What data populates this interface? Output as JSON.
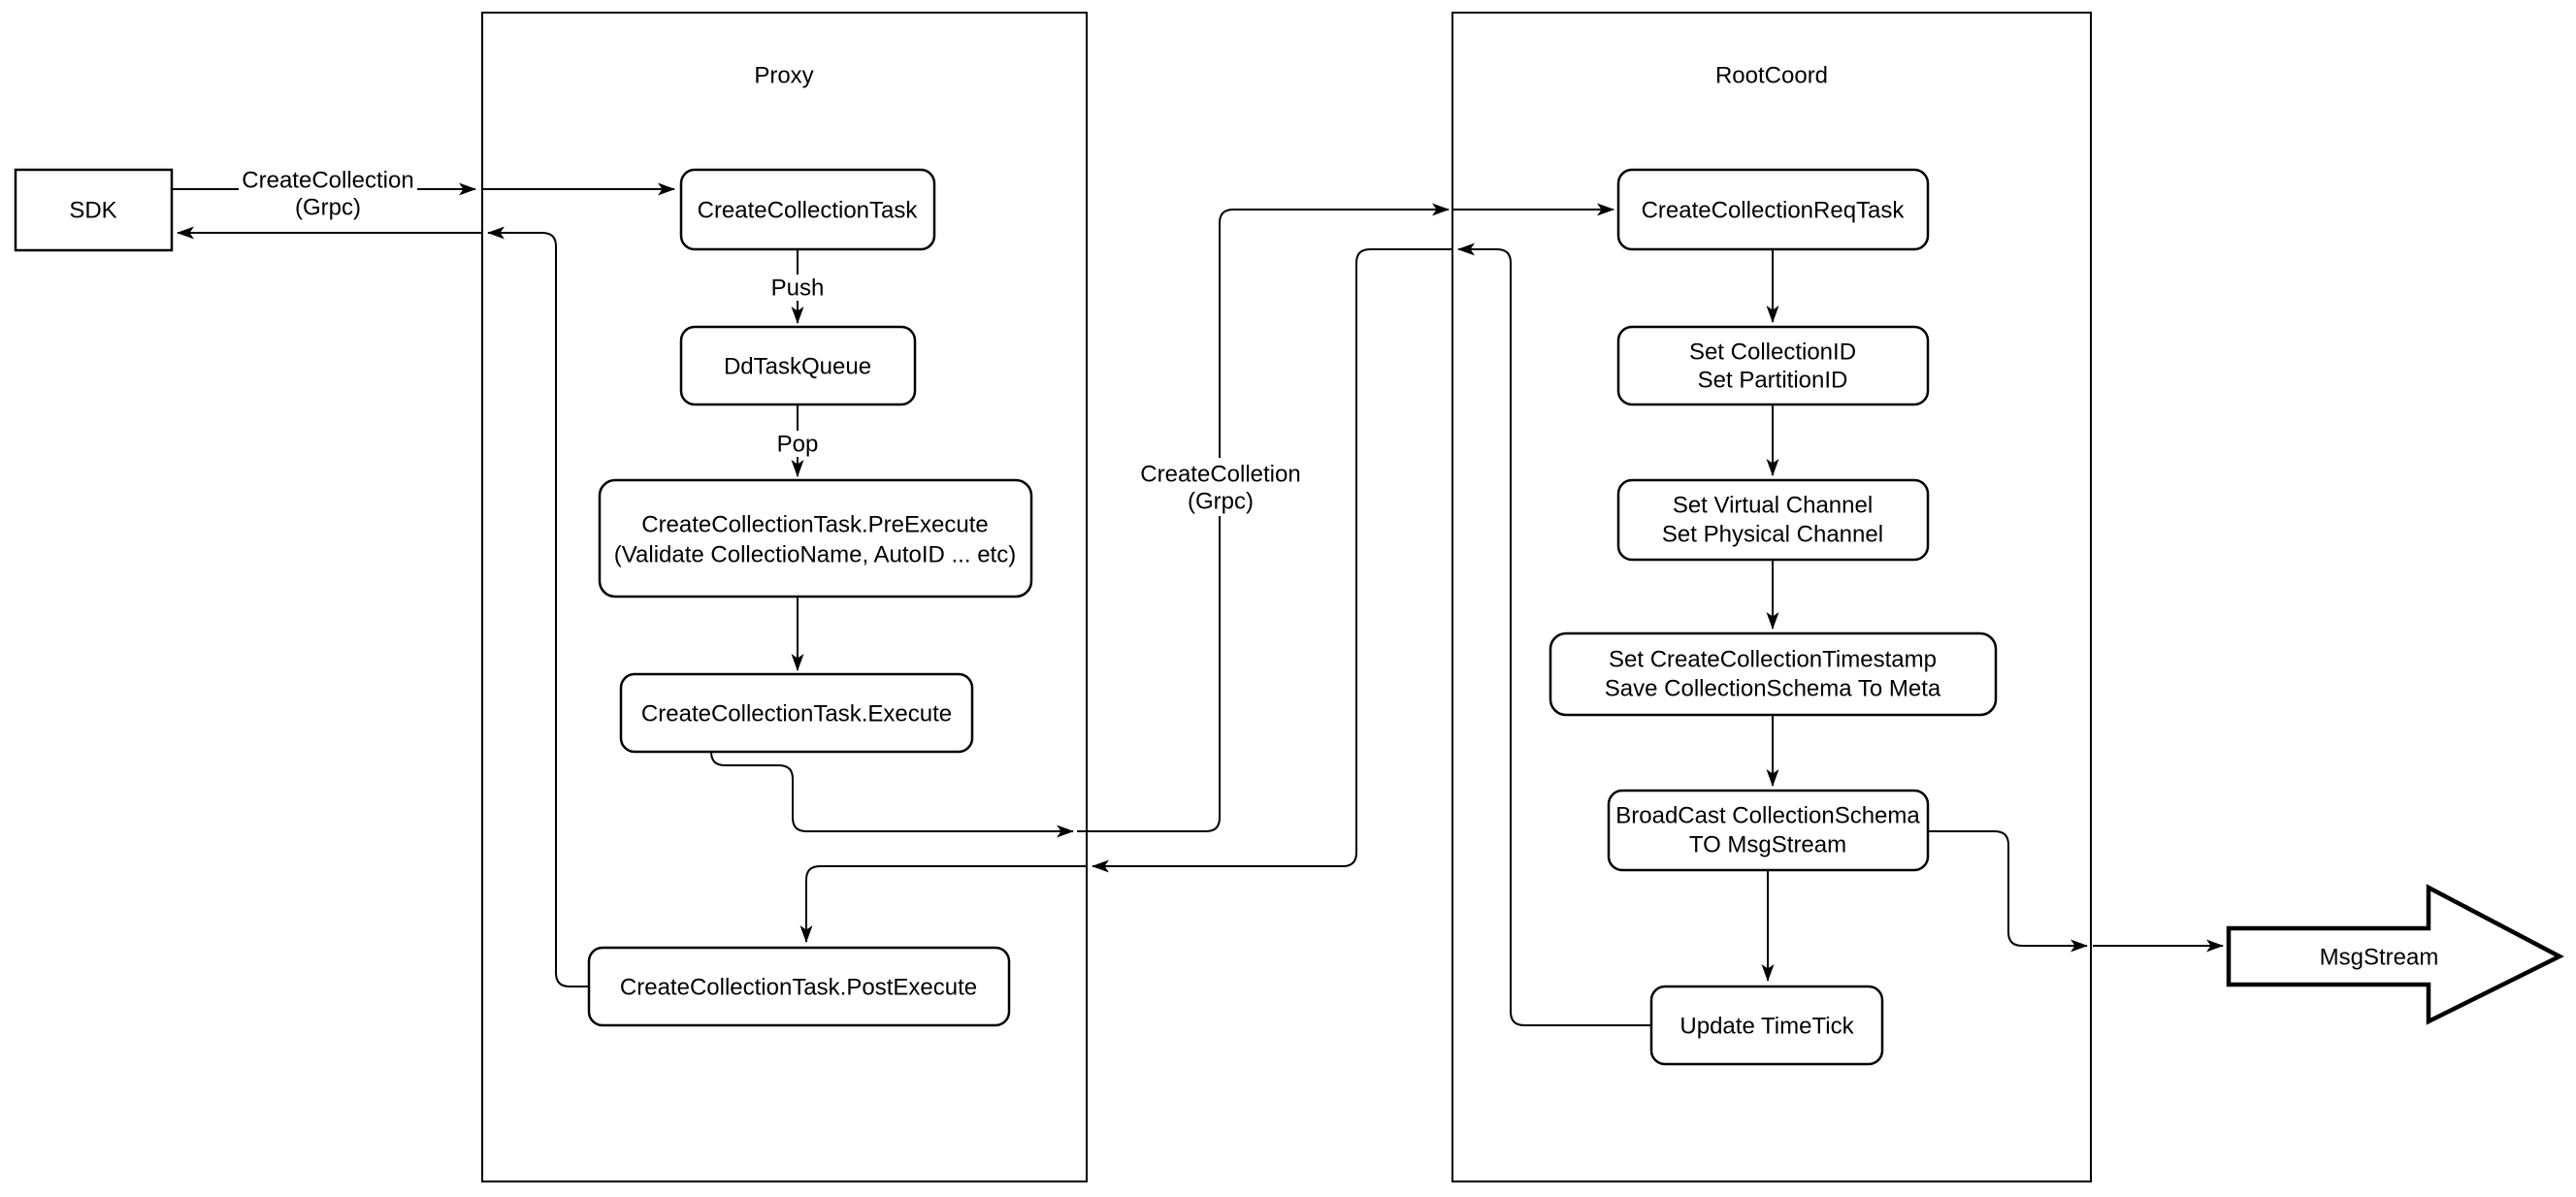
{
  "diagram": {
    "containers": {
      "proxy": {
        "title": "Proxy"
      },
      "rootcoord": {
        "title": "RootCoord"
      }
    },
    "nodes": {
      "sdk": {
        "label": "SDK"
      },
      "create_collection_task": {
        "label": "CreateCollectionTask"
      },
      "dd_task_queue": {
        "label": "DdTaskQueue"
      },
      "pre_execute": {
        "line1": "CreateCollectionTask.PreExecute",
        "line2": "(Validate CollectioName, AutoID ... etc)"
      },
      "execute": {
        "label": "CreateCollectionTask.Execute"
      },
      "post_execute": {
        "label": "CreateCollectionTask.PostExecute"
      },
      "create_collection_req_task": {
        "label": "CreateCollectionReqTask"
      },
      "set_ids": {
        "line1": "Set CollectionID",
        "line2": "Set PartitionID"
      },
      "set_channels": {
        "line1": "Set Virtual Channel",
        "line2": "Set Physical Channel"
      },
      "set_timestamp": {
        "line1": "Set CreateCollectionTimestamp",
        "line2": "Save CollectionSchema To Meta"
      },
      "broadcast": {
        "line1": "BroadCast CollectionSchema",
        "line2": "TO MsgStream"
      },
      "update_timetick": {
        "label": "Update TimeTick"
      },
      "msgstream": {
        "label": "MsgStream"
      }
    },
    "edge_labels": {
      "grpc_request": {
        "line1": "CreateCollection",
        "line2": "(Grpc)"
      },
      "push": "Push",
      "pop": "Pop",
      "grpc_internal": {
        "line1": "CreateColletion",
        "line2": "(Grpc)"
      }
    },
    "colors": {
      "stroke": "#000000",
      "fill": "#ffffff",
      "background": "#ffffff"
    }
  }
}
